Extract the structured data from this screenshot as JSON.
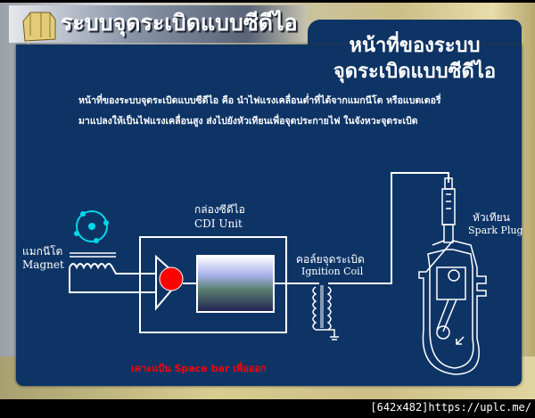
{
  "header": {
    "title": "ระบบจุดระเบิดแบบซีดีไอ"
  },
  "slide": {
    "heading_line1": "หน้าที่ของระบบ",
    "heading_line2": "จุดระเบิดแบบซีดีไอ",
    "paragraph_line1": "หน้าที่ของระบบจุดระเบิดแบบซีดีไอ คือ  นำไฟแรงเคลื่อนต่ำที่ได้จากแมกนีโต หรือแบตเตอรี่",
    "paragraph_line2": "มาแปลงให้เป็นไฟแรงเคลื่อนสูง  ส่งไปยังหัวเทียนเพื่อจุดประกายไฟ  ในจังหวะจุดระเบิด"
  },
  "diagram": {
    "cdi_th": "กล่องซีดีไอ",
    "cdi_en": "CDI Unit",
    "magnet_th": "แมกนีโต",
    "magnet_en": "Magnet",
    "coil_th": "คอล์ยจุดระเบิด",
    "coil_en": "Ignition Coil",
    "plug_th": "หัวเทียน",
    "plug_en": "Spark Plug"
  },
  "exit_hint": "เคาะแป้น Space bar เพื่อออก",
  "watermark": "[642x482]https://uplc.me/",
  "colors": {
    "panel": "#0e3466",
    "rotor": "#00d8e8",
    "indicator": "#ff0000"
  }
}
